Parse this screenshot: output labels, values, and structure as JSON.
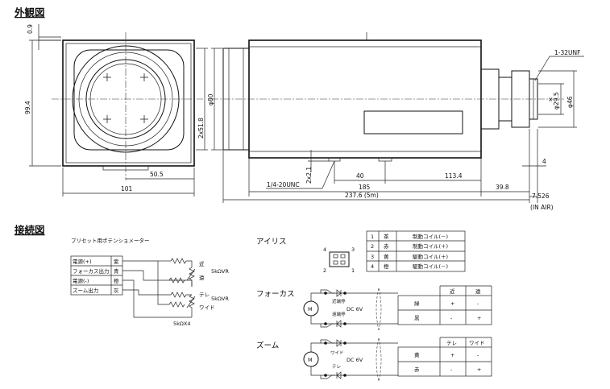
{
  "headings": {
    "outline": "外観図",
    "wiring": "接続図"
  },
  "dimensions": {
    "d0_9": "0.9",
    "d99_4": "99.4",
    "d50_5": "50.5",
    "d101": "101",
    "d2x51_8": "2x51.8",
    "phi80": "φ80",
    "d1_32unf": "1-32UNF",
    "phi29_5": "φ29.5",
    "phi46": "φ46",
    "d4": "4",
    "d2x2_1": "2x2.1",
    "d40": "40",
    "d113_4": "113.4",
    "tripod": "1/4-20UNC",
    "d185": "185",
    "d39_8": "39.8",
    "d237_6": "237.6 (5m)",
    "d7_526": "7.526",
    "in_air": "(IN AIR)"
  },
  "preset": {
    "title": "プリセット用ポテンショメーター",
    "rows": [
      {
        "label": "電源(+)",
        "color": "紫"
      },
      {
        "label": "フォーカス出力",
        "color": "青"
      },
      {
        "label": "電源(-)",
        "color": "橙"
      },
      {
        "label": "ズーム出力",
        "color": "灰"
      }
    ],
    "near": "近",
    "far": "遠",
    "tele": "テレ",
    "wide": "ワイド",
    "r1": "5kΩVR",
    "r2": "5kΩVR",
    "r3": "5kΩX4"
  },
  "iris": {
    "title": "アイリス",
    "pins": [
      "1",
      "2",
      "3",
      "4"
    ],
    "rows": [
      {
        "no": "1",
        "color": "茶",
        "desc": "制動コイル(－)"
      },
      {
        "no": "2",
        "color": "赤",
        "desc": "制動コイル(＋)"
      },
      {
        "no": "3",
        "color": "黄",
        "desc": "駆動コイル(＋)"
      },
      {
        "no": "4",
        "color": "橙",
        "desc": "駆動コイル(－)"
      }
    ]
  },
  "focus": {
    "title": "フォーカス",
    "motor": "M",
    "sw_near": "近端停",
    "sw_far": "遠端停",
    "supply": "DC 6V",
    "head": [
      "近",
      "遠"
    ],
    "rows": [
      {
        "color": "緑",
        "a": "+",
        "b": "-"
      },
      {
        "color": "黒",
        "a": "-",
        "b": "+"
      }
    ]
  },
  "zoom": {
    "title": "ズーム",
    "motor": "M",
    "sw_wide": "ワイド",
    "sw_tele": "テレ",
    "supply": "DC 6V",
    "head": [
      "テレ",
      "ワイド"
    ],
    "rows": [
      {
        "color": "黄",
        "a": "+",
        "b": "-"
      },
      {
        "color": "赤",
        "a": "-",
        "b": "+"
      }
    ]
  }
}
